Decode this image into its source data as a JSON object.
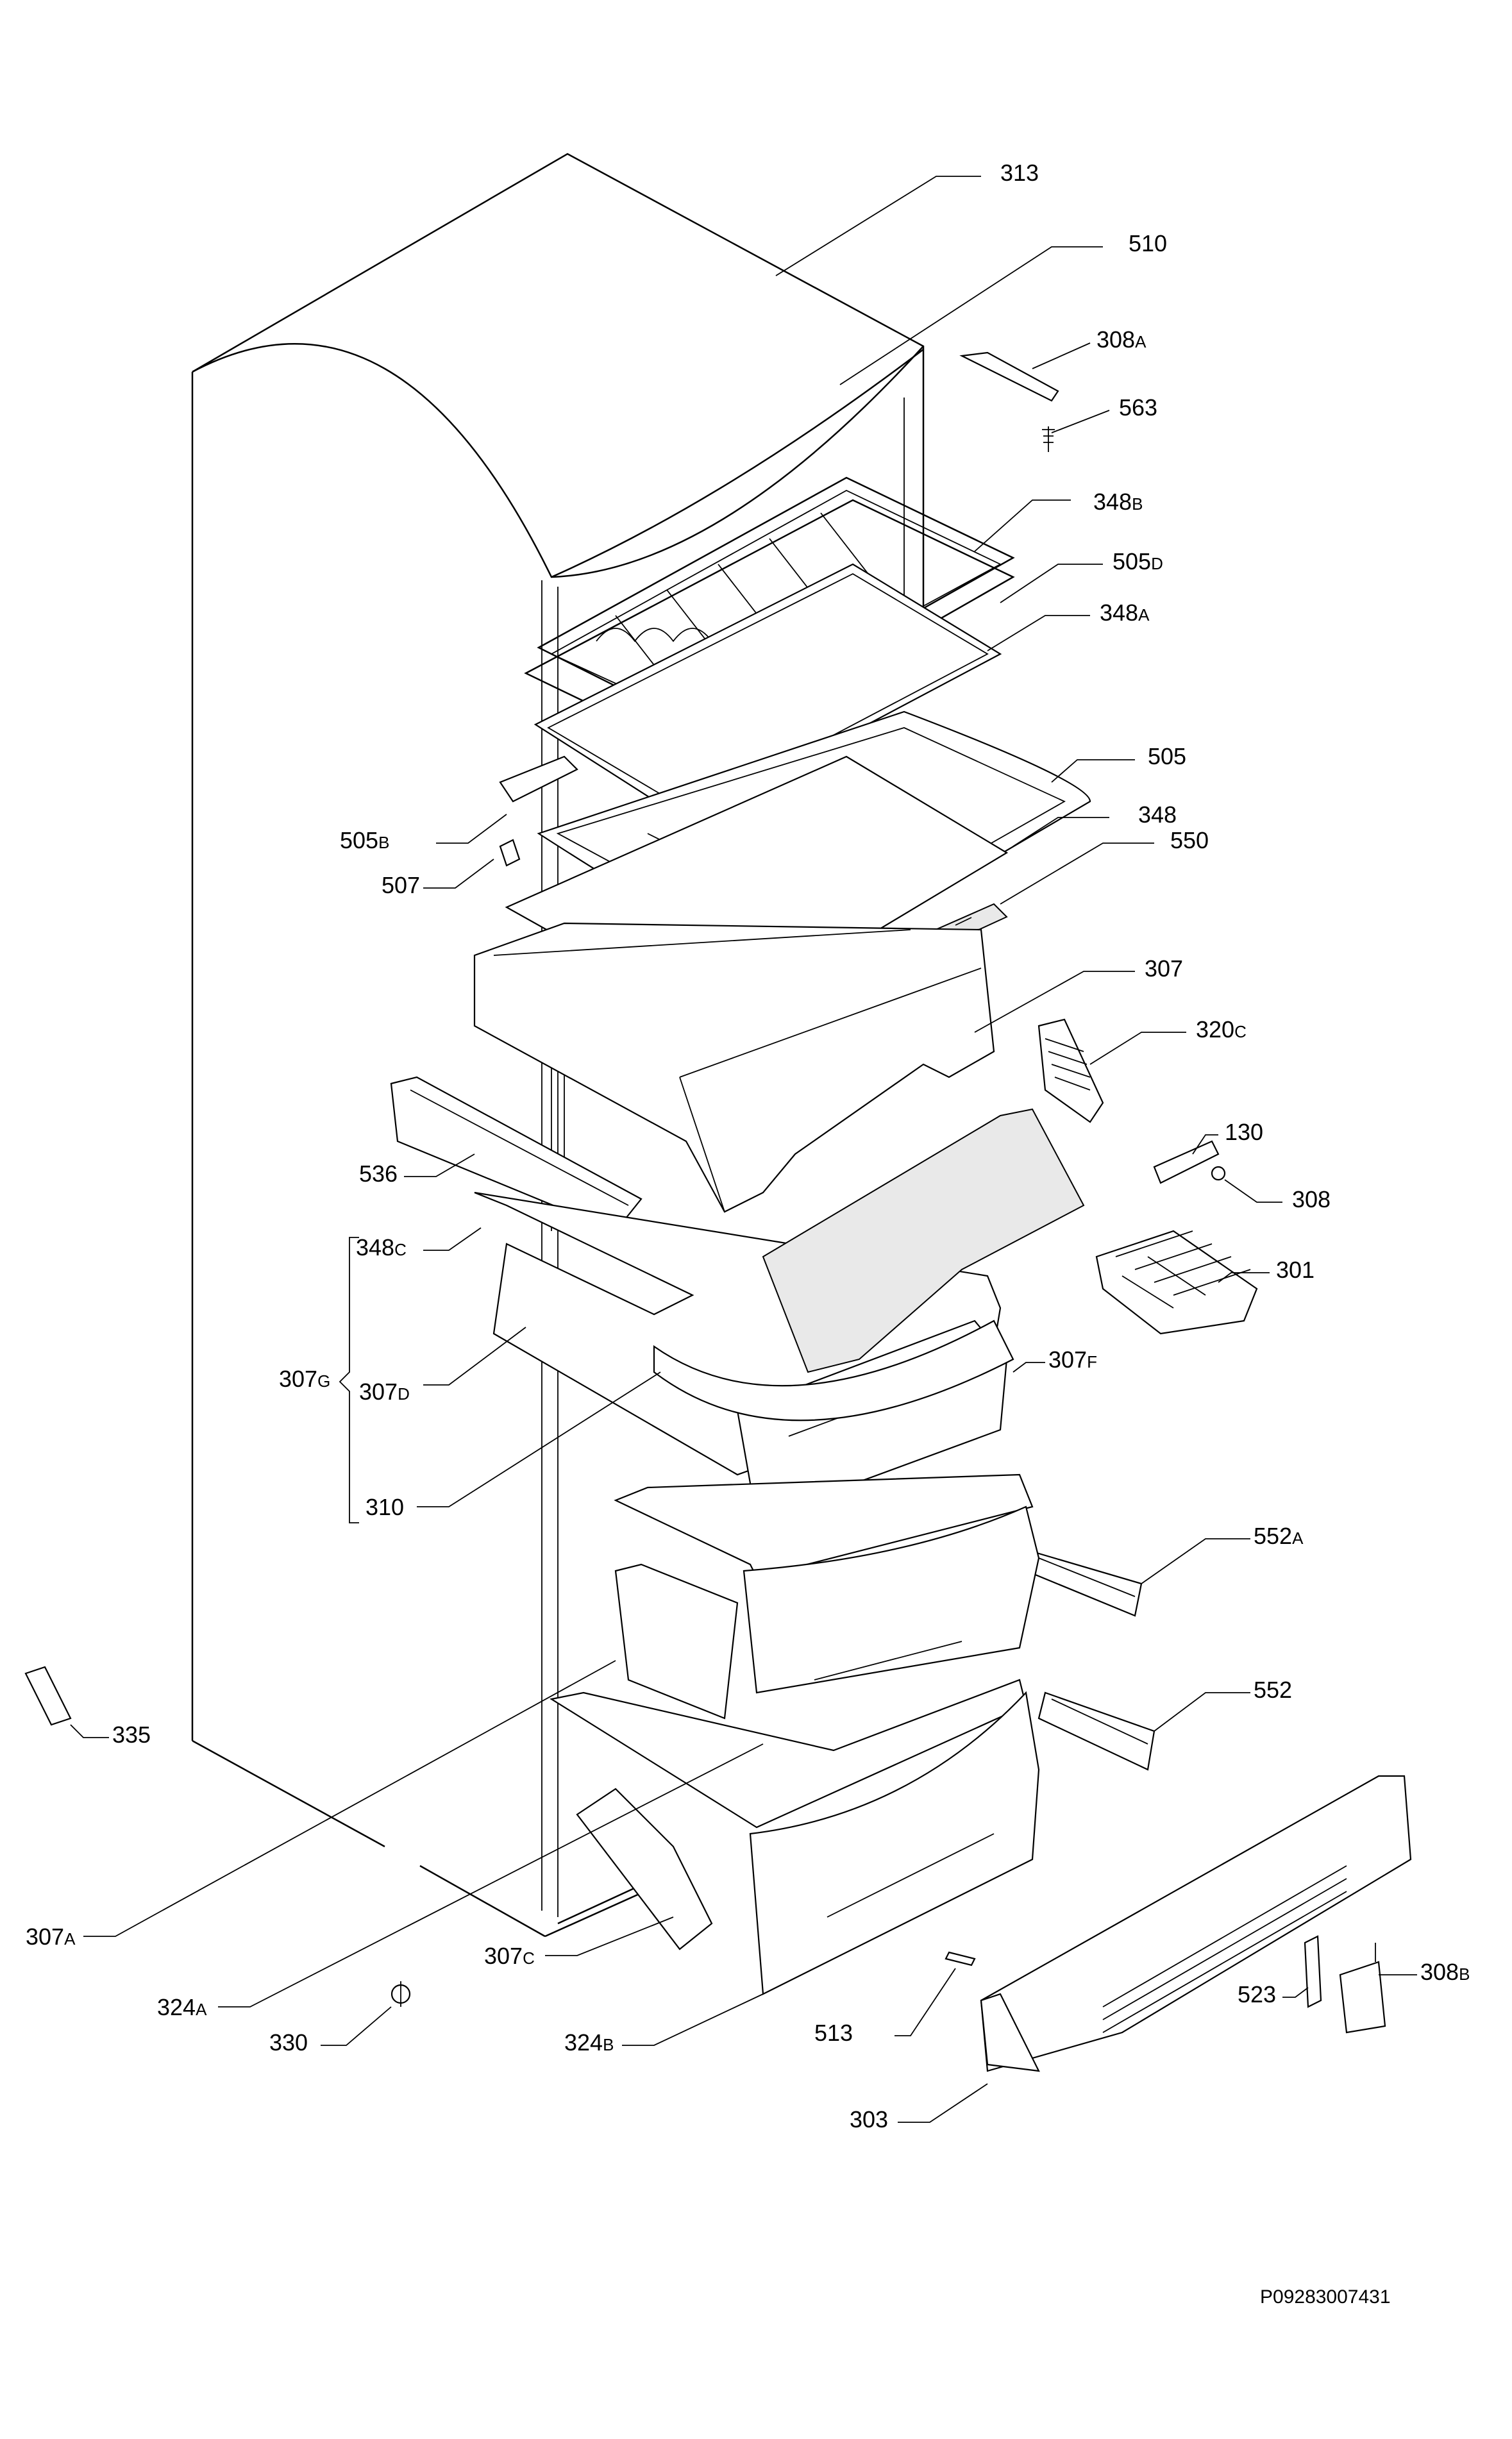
{
  "callouts": [
    {
      "num": "313",
      "sfx": ""
    },
    {
      "num": "510",
      "sfx": ""
    },
    {
      "num": "308",
      "sfx": "A"
    },
    {
      "num": "563",
      "sfx": ""
    },
    {
      "num": "348",
      "sfx": "B"
    },
    {
      "num": "505",
      "sfx": "D"
    },
    {
      "num": "348",
      "sfx": "A"
    },
    {
      "num": "505",
      "sfx": ""
    },
    {
      "num": "505",
      "sfx": "B"
    },
    {
      "num": "348",
      "sfx": ""
    },
    {
      "num": "507",
      "sfx": ""
    },
    {
      "num": "550",
      "sfx": ""
    },
    {
      "num": "307",
      "sfx": ""
    },
    {
      "num": "320",
      "sfx": "C"
    },
    {
      "num": "130",
      "sfx": ""
    },
    {
      "num": "536",
      "sfx": ""
    },
    {
      "num": "308",
      "sfx": ""
    },
    {
      "num": "348",
      "sfx": "C"
    },
    {
      "num": "301",
      "sfx": ""
    },
    {
      "num": "307",
      "sfx": "F"
    },
    {
      "num": "307",
      "sfx": "G"
    },
    {
      "num": "307",
      "sfx": "D"
    },
    {
      "num": "310",
      "sfx": ""
    },
    {
      "num": "552",
      "sfx": "A"
    },
    {
      "num": "552",
      "sfx": ""
    },
    {
      "num": "335",
      "sfx": ""
    },
    {
      "num": "307",
      "sfx": "A"
    },
    {
      "num": "307",
      "sfx": "C"
    },
    {
      "num": "308",
      "sfx": "B"
    },
    {
      "num": "523",
      "sfx": ""
    },
    {
      "num": "324",
      "sfx": "A"
    },
    {
      "num": "330",
      "sfx": ""
    },
    {
      "num": "324",
      "sfx": "B"
    },
    {
      "num": "513",
      "sfx": ""
    },
    {
      "num": "303",
      "sfx": ""
    }
  ],
  "drawing_code": "P09283007431"
}
